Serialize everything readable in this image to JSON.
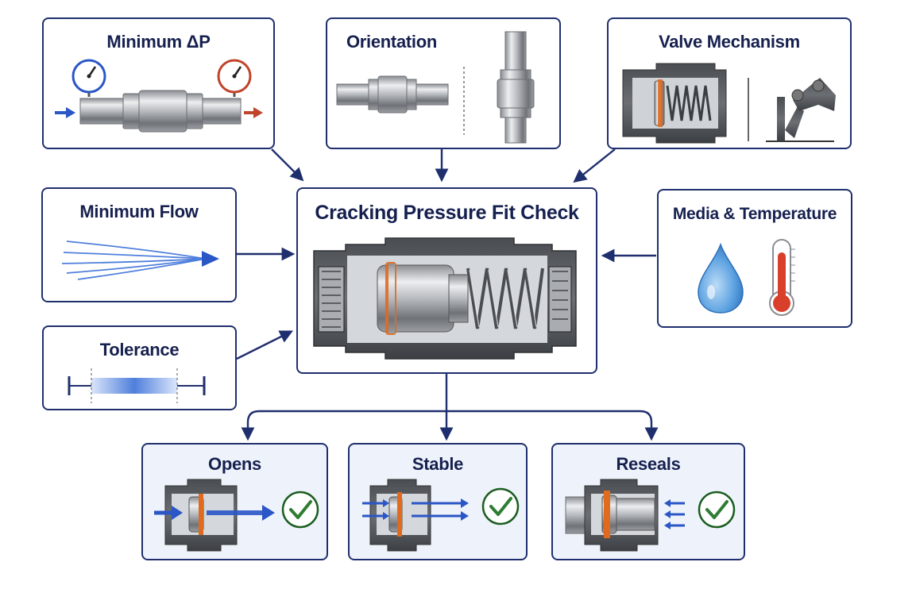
{
  "diagram": {
    "center": {
      "title": "Cracking Pressure Fit Check"
    },
    "inputs": [
      {
        "title": "Minimum ΔP"
      },
      {
        "title": "Orientation"
      },
      {
        "title": "Valve Mechanism"
      },
      {
        "title": "Minimum Flow"
      },
      {
        "title": "Tolerance"
      },
      {
        "title": "Media & Temperature"
      }
    ],
    "outcomes": [
      {
        "title": "Opens",
        "status": "check"
      },
      {
        "title": "Stable",
        "status": "check"
      },
      {
        "title": "Reseals",
        "status": "check"
      }
    ],
    "colors": {
      "border": "#1f2f6e",
      "title_text": "#16204f",
      "arrow": "#1f2f6e",
      "flow_blue": "#2a56c6",
      "gauge_red": "#c0442a",
      "seal_orange": "#e06a1e",
      "check_green": "#2e7d32",
      "outcome_fill": "#eef3fb"
    },
    "icons": [
      "pressure-gauge-icon",
      "check-valve-icon",
      "spring-icon",
      "water-drop-icon",
      "thermometer-icon",
      "check-mark-icon"
    ]
  }
}
